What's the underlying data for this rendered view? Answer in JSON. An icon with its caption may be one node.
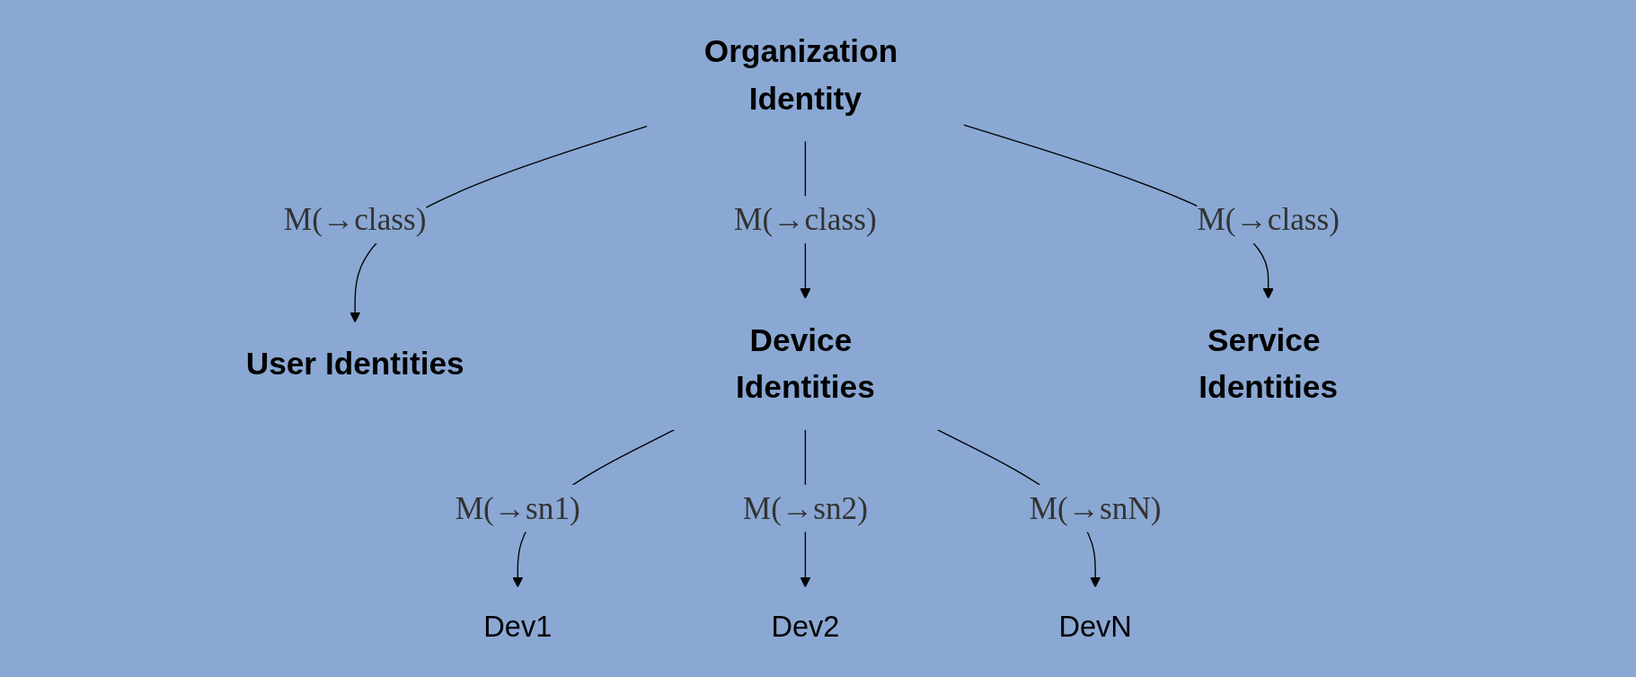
{
  "diagram": {
    "nodes": [
      {
        "text": [
          "Organization Identity"
        ]
      },
      {
        "text": [
          "User Identities"
        ]
      },
      {
        "text": [
          "Device Identities"
        ]
      },
      {
        "text": [
          "Service Identities"
        ]
      },
      {
        "text": [
          "Dev1"
        ]
      },
      {
        "text": [
          "Dev2"
        ]
      },
      {
        "text": [
          "DevN"
        ]
      }
    ],
    "edges": [
      {
        "from": 0,
        "to": 1,
        "arrow": "to",
        "label": "M(→class)"
      },
      {
        "from": 0,
        "to": 2,
        "arrow": "to",
        "label": "M(→class)"
      },
      {
        "from": 0,
        "to": 3,
        "arrow": "to",
        "label": "M(→class)"
      },
      {
        "from": 2,
        "to": 4,
        "arrow": "to",
        "label": "M(→sn1)"
      },
      {
        "from": 2,
        "to": 5,
        "arrow": "to",
        "label": "M(→sn2)"
      },
      {
        "from": 2,
        "to": 6,
        "arrow": "to",
        "label": "M(→snN)"
      }
    ]
  }
}
